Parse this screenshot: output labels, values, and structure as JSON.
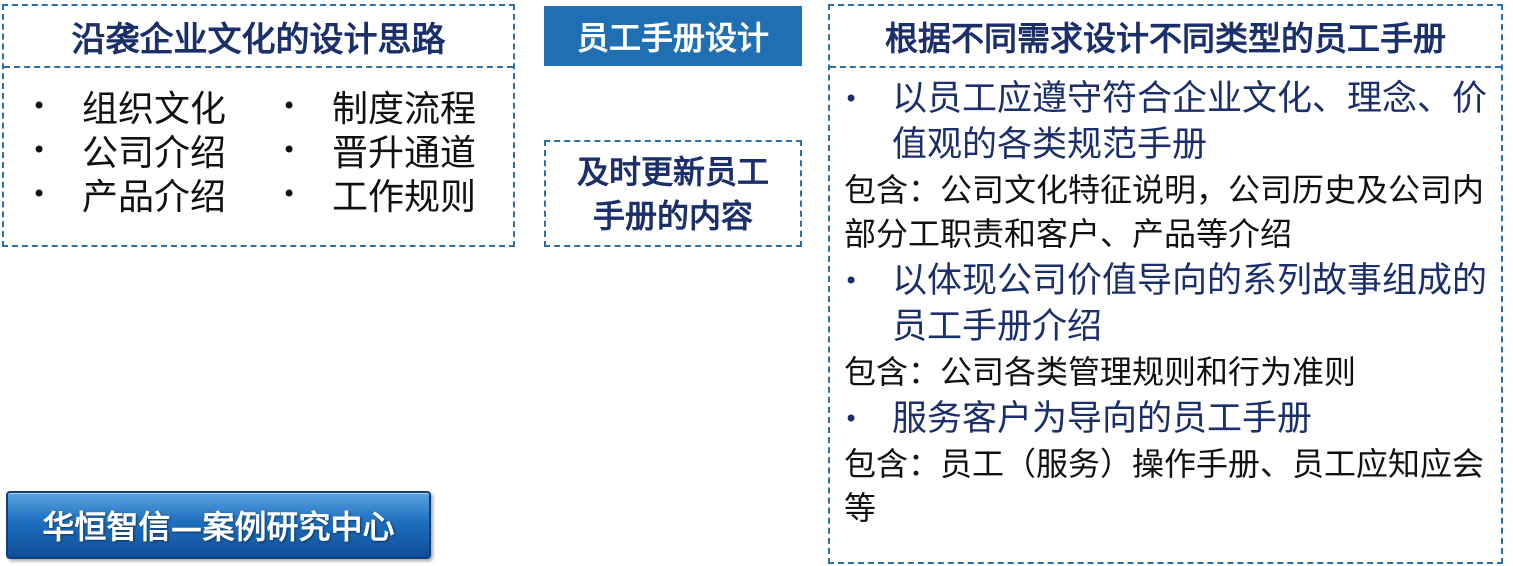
{
  "left": {
    "title": "沿袭企业文化的设计思路",
    "bullet": "•",
    "items": [
      "组织文化",
      "制度流程",
      "公司介绍",
      "晋升通道",
      "产品介绍",
      "工作规则"
    ]
  },
  "center": {
    "title": "员工手册设计",
    "box_text": "及时更新员工\n手册的内容"
  },
  "right": {
    "title": "根据不同需求设计不同类型的员工手册",
    "bullet": "•",
    "items": [
      {
        "heading": "以员工应遵守符合企业文化、理念、价值观的各类规范手册",
        "include": "包含：公司文化特征说明，公司历史及公司内部分工职责和客户、产品等介绍"
      },
      {
        "heading": "以体现公司价值导向的系列故事组成的员工手册介绍",
        "include": "包含：公司各类管理规则和行为准则"
      },
      {
        "heading": "服务客户为导向的员工手册",
        "include": "包含：员工（服务）操作手册、员工应知应会等"
      }
    ]
  },
  "logo": {
    "text": "华恒智信—案例研究中心"
  },
  "colors": {
    "accent": "#1f6fb2",
    "title_text": "#1b2f6b",
    "border": "#2e6fa8"
  }
}
